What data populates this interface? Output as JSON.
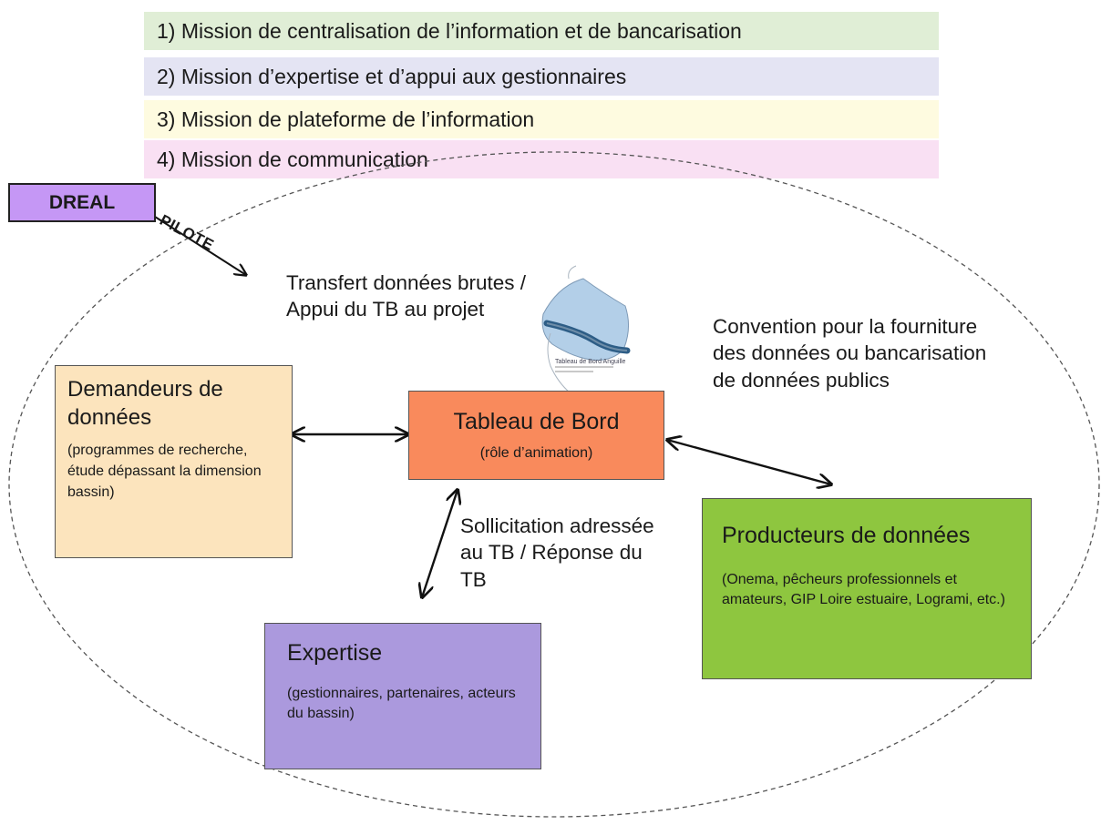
{
  "missions": [
    {
      "label": "1) Mission de centralisation de l’information et de bancarisation",
      "color": "#e0eed6"
    },
    {
      "label": "2) Mission d’expertise et d’appui aux gestionnaires",
      "color": "#e4e4f3"
    },
    {
      "label": "3) Mission de plateforme de l’information",
      "color": "#fefbe0"
    },
    {
      "label": "4) Mission de communication",
      "color": "#f9e0f3"
    }
  ],
  "dreal": {
    "label": "DREAL",
    "color": "#c597f5"
  },
  "pilote": "PILOTE",
  "tableau": {
    "title": "Tableau de Bord",
    "sub": "(rôle d’animation)",
    "color": "#f98a5c"
  },
  "demandeurs": {
    "title": "Demandeurs de données",
    "sub": "(programmes de recherche, étude dépassant la dimension bassin)",
    "color": "#fce4bd"
  },
  "producteurs": {
    "title": "Producteurs de données",
    "sub": "(Onema, pêcheurs professionnels et amateurs, GIP Loire estuaire, Logrami, etc.)",
    "color": "#8ec63f"
  },
  "expertise": {
    "title": "Expertise",
    "sub": "(gestionnaires, partenaires, acteurs du bassin)",
    "color": "#ab99dd"
  },
  "labels": {
    "transfert": "Transfert données brutes / Appui du TB au projet",
    "convention": "Convention pour la fourniture des données ou bancarisation de données publics",
    "sollicitation": "Sollicitation adressée au TB / Réponse du TB"
  },
  "logo": {
    "caption": "Tableau de Bord Anguille"
  }
}
